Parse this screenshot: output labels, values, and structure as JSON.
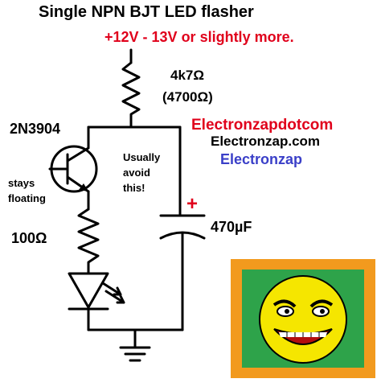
{
  "diagram": {
    "title": "Single NPN BJT LED flasher",
    "supply_label": "+12V - 13V or slightly more.",
    "resistor_top": {
      "value": "4k7Ω",
      "alt_value": "(4700Ω)"
    },
    "transistor_label": "2N3904",
    "base_note": "stays floating",
    "avoid_note": "Usually avoid this!",
    "resistor_bottom": "100Ω",
    "capacitor": {
      "value": "470µF",
      "polarity": "+"
    },
    "branding": [
      "Electronzapdotcom",
      "Electronzap.com",
      "Electronzap"
    ],
    "colors": {
      "red": "#e0001b",
      "blue": "#3a3fc8",
      "logo_orange": "#f29a1e",
      "logo_green": "#2ea34a",
      "face": "#f5e600"
    },
    "icons": [
      "npn-transistor-icon",
      "resistor-icon",
      "led-icon",
      "capacitor-icon",
      "ground-icon",
      "smiley-face-icon"
    ]
  }
}
